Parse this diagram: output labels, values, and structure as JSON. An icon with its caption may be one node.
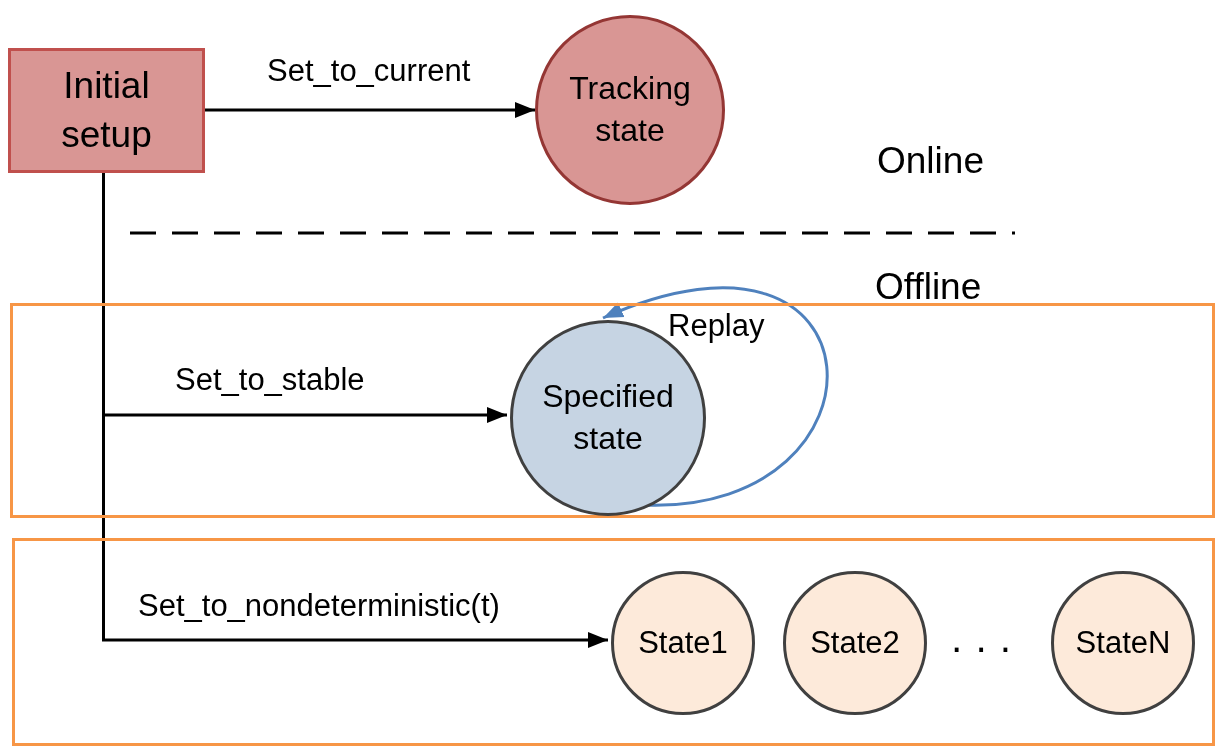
{
  "diagram": {
    "nodes": [
      {
        "text": [
          "Initial setup"
        ]
      },
      {
        "text": [
          "Tracking state"
        ]
      },
      {
        "text": [],
        "shape": "box"
      },
      {
        "text": [
          "Specified state"
        ],
        "in": 2
      },
      {
        "text": [],
        "shape": "box"
      },
      {
        "text": [
          "State1"
        ],
        "in": 4
      },
      {
        "text": [
          "State2"
        ],
        "in": 4
      },
      {
        "text": [
          "StateN"
        ],
        "in": 4
      }
    ],
    "edges": [
      {
        "from": 0,
        "to": 1,
        "arrow": "to",
        "label": "Set_to_current"
      },
      {
        "from": 0,
        "to": 3,
        "arrow": "to",
        "label": "Set_to_stable"
      },
      {
        "from": 0,
        "to": 5,
        "arrow": "to",
        "label": "Set_to_nondeterministic(t)"
      },
      {
        "from": 3,
        "to": 3,
        "arrow": "to",
        "label": "Replay",
        "color": "#4f81bd"
      }
    ],
    "labels": [
      "Online",
      "Offline",
      "· · ·"
    ]
  }
}
